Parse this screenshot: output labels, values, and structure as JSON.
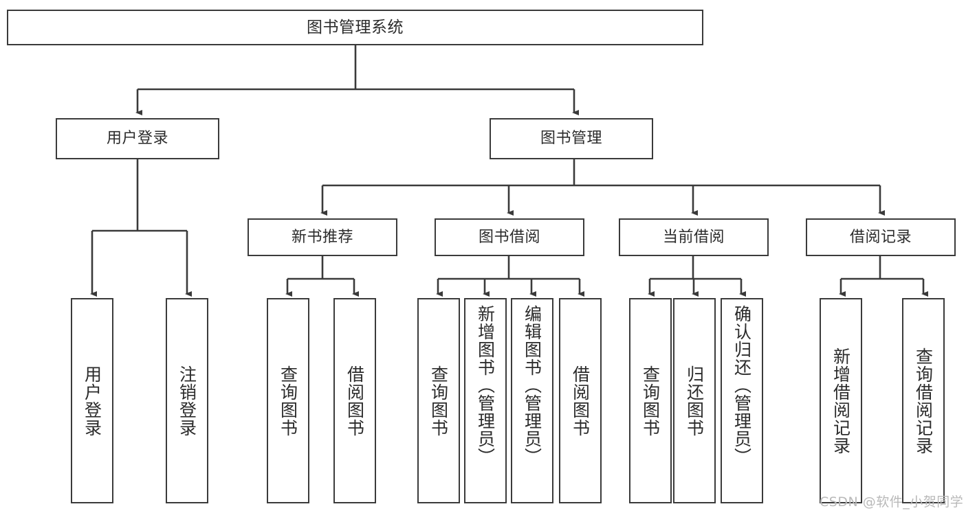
{
  "diagram": {
    "title": "图书管理系统",
    "type": "tree",
    "stroke_color": "#3a3a3a",
    "text_color": "#2b2b2b",
    "background": "#ffffff"
  },
  "root": {
    "label": "图书管理系统"
  },
  "level2": [
    {
      "label": "用户登录"
    },
    {
      "label": "图书管理"
    }
  ],
  "level3": [
    {
      "label": "新书推荐"
    },
    {
      "label": "图书借阅"
    },
    {
      "label": "当前借阅"
    },
    {
      "label": "借阅记录"
    }
  ],
  "leaves": {
    "user_login": [
      {
        "label": "用户登录"
      },
      {
        "label": "注销登录"
      }
    ],
    "new_book": [
      {
        "label": "查询图书"
      },
      {
        "label": "借阅图书"
      }
    ],
    "borrow": [
      {
        "label": "查询图书"
      },
      {
        "label": "新增图书（管理员）"
      },
      {
        "label": "编辑图书（管理员）"
      },
      {
        "label": "借阅图书"
      }
    ],
    "current": [
      {
        "label": "查询图书"
      },
      {
        "label": "归还图书"
      },
      {
        "label": "确认归还（管理员）"
      }
    ],
    "records": [
      {
        "label": "新增借阅记录"
      },
      {
        "label": "查询借阅记录"
      }
    ]
  },
  "watermark": {
    "text": "CSDN @软件_小贺同学",
    "color": "#b9b9b9"
  }
}
